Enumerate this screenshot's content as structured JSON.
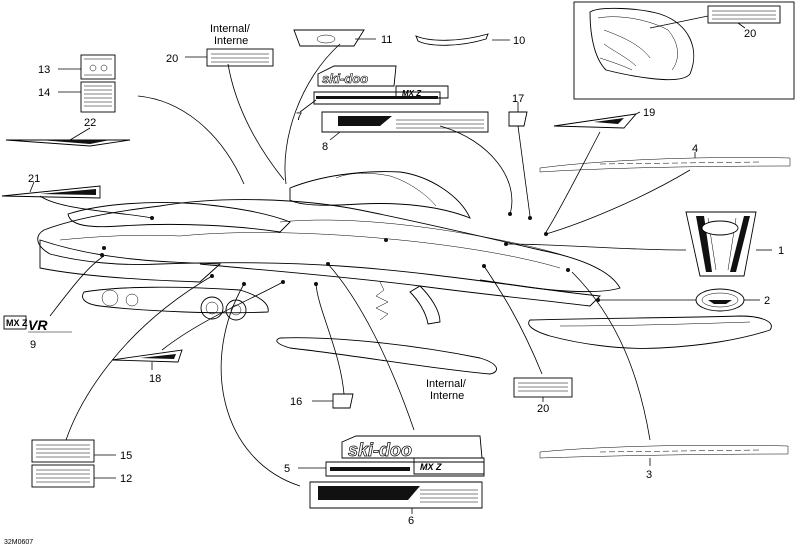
{
  "callouts": {
    "c1": "1",
    "c2": "2",
    "c3": "3",
    "c4": "4",
    "c5": "5",
    "c6": "6",
    "c7": "7",
    "c8": "8",
    "c9": "9",
    "c10": "10",
    "c11": "11",
    "c12": "12",
    "c13": "13",
    "c14": "14",
    "c15": "15",
    "c16": "16",
    "c17": "17",
    "c18": "18",
    "c19": "19",
    "c20": "20",
    "c20b": "20",
    "c20c": "20",
    "c21": "21",
    "c22": "22"
  },
  "labels": {
    "internal_top_1": "Internal/",
    "internal_top_2": "Interne",
    "internal_mid_1": "Internal/",
    "internal_mid_2": "Interne"
  },
  "decal_text": {
    "skidoo": "ski-doo",
    "mxz": "MX Z",
    "vr": "VR"
  },
  "reference": "32M0607",
  "colors": {
    "line": "#000000",
    "background": "#ffffff"
  }
}
